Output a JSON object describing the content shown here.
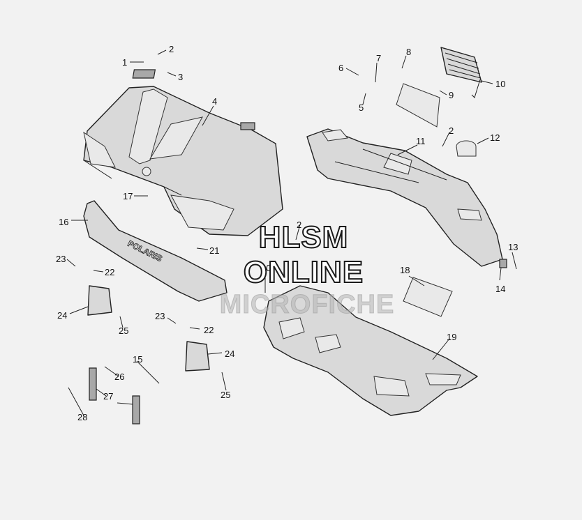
{
  "callouts": [
    {
      "id": "1",
      "text": "1"
    },
    {
      "id": "2a",
      "text": "2"
    },
    {
      "id": "3",
      "text": "3"
    },
    {
      "id": "4",
      "text": "4"
    },
    {
      "id": "5",
      "text": "5"
    },
    {
      "id": "6",
      "text": "6"
    },
    {
      "id": "7",
      "text": "7"
    },
    {
      "id": "8",
      "text": "8"
    },
    {
      "id": "9",
      "text": "9"
    },
    {
      "id": "10",
      "text": "10"
    },
    {
      "id": "11",
      "text": "11"
    },
    {
      "id": "2b",
      "text": "2"
    },
    {
      "id": "12",
      "text": "12"
    },
    {
      "id": "13",
      "text": "13"
    },
    {
      "id": "14",
      "text": "14"
    },
    {
      "id": "16",
      "text": "16"
    },
    {
      "id": "17",
      "text": "17"
    },
    {
      "id": "2c",
      "text": "2"
    },
    {
      "id": "21",
      "text": "21"
    },
    {
      "id": "20",
      "text": "20"
    },
    {
      "id": "18",
      "text": "18"
    },
    {
      "id": "23a",
      "text": "23"
    },
    {
      "id": "22a",
      "text": "22"
    },
    {
      "id": "24a",
      "text": "24"
    },
    {
      "id": "25a",
      "text": "25"
    },
    {
      "id": "23b",
      "text": "23"
    },
    {
      "id": "22b",
      "text": "22"
    },
    {
      "id": "24b",
      "text": "24"
    },
    {
      "id": "25b",
      "text": "25"
    },
    {
      "id": "15",
      "text": "15"
    },
    {
      "id": "26",
      "text": "26"
    },
    {
      "id": "27",
      "text": "27"
    },
    {
      "id": "28",
      "text": "28"
    },
    {
      "id": "19",
      "text": "19"
    }
  ],
  "watermark": {
    "line1": "HLSM",
    "line2": "ONLINE",
    "line3": "MICROFICHE"
  },
  "emboss": "POLARIS",
  "colors": {
    "background": "#f2f2f2",
    "part_fill": "#d9d9d9",
    "outline": "#222222"
  }
}
